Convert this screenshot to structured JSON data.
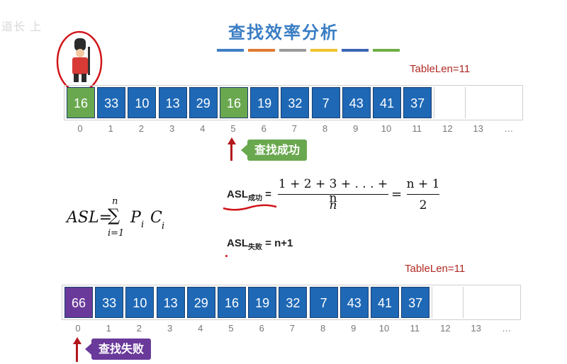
{
  "watermark": "道长 上",
  "title": "查找效率分析",
  "colors": {
    "title": "#3a7dc4",
    "bars": [
      "#3f7fc4",
      "#e07a33",
      "#9a9a9a",
      "#f2c12e",
      "#3c65b4",
      "#6fae44"
    ],
    "cell_blue": "#1e68b6",
    "cell_green": "#6aa84f",
    "cell_purple": "#6a3a9a",
    "accent_red": "#b3181c"
  },
  "top_table": {
    "label": "TableLen=11",
    "cells": [
      "16",
      "33",
      "10",
      "13",
      "29",
      "16",
      "19",
      "32",
      "7",
      "43",
      "41",
      "37",
      "",
      ""
    ],
    "highlight": [
      0,
      5
    ],
    "indices": [
      "0",
      "1",
      "2",
      "3",
      "4",
      "5",
      "6",
      "7",
      "8",
      "9",
      "10",
      "11",
      "12",
      "13",
      "…"
    ],
    "success_tag": "查找成功"
  },
  "bottom_table": {
    "label": "TableLen=11",
    "cells": [
      "66",
      "33",
      "10",
      "13",
      "29",
      "16",
      "19",
      "32",
      "7",
      "43",
      "41",
      "37",
      "",
      ""
    ],
    "highlight": [
      0
    ],
    "indices": [
      "0",
      "1",
      "2",
      "3",
      "4",
      "5",
      "6",
      "7",
      "8",
      "9",
      "10",
      "11",
      "12",
      "13",
      "…"
    ],
    "fail_tag": "查找失败"
  },
  "formulas": {
    "asl_general": {
      "lhs": "ASL=",
      "sum": "∑",
      "upper": "n",
      "lower": "i=1",
      "p": "P",
      "c": "C",
      "sub": "i"
    },
    "asl_success": {
      "label": "ASL",
      "sub": "成功",
      "eq": "=",
      "num": "1 + 2 + 3 + . . . + n",
      "den": "n",
      "eq2": "=",
      "num2": "n + 1",
      "den2": "2"
    },
    "asl_fail": {
      "label": "ASL",
      "sub": "失败",
      "rhs": "= n+1"
    }
  }
}
